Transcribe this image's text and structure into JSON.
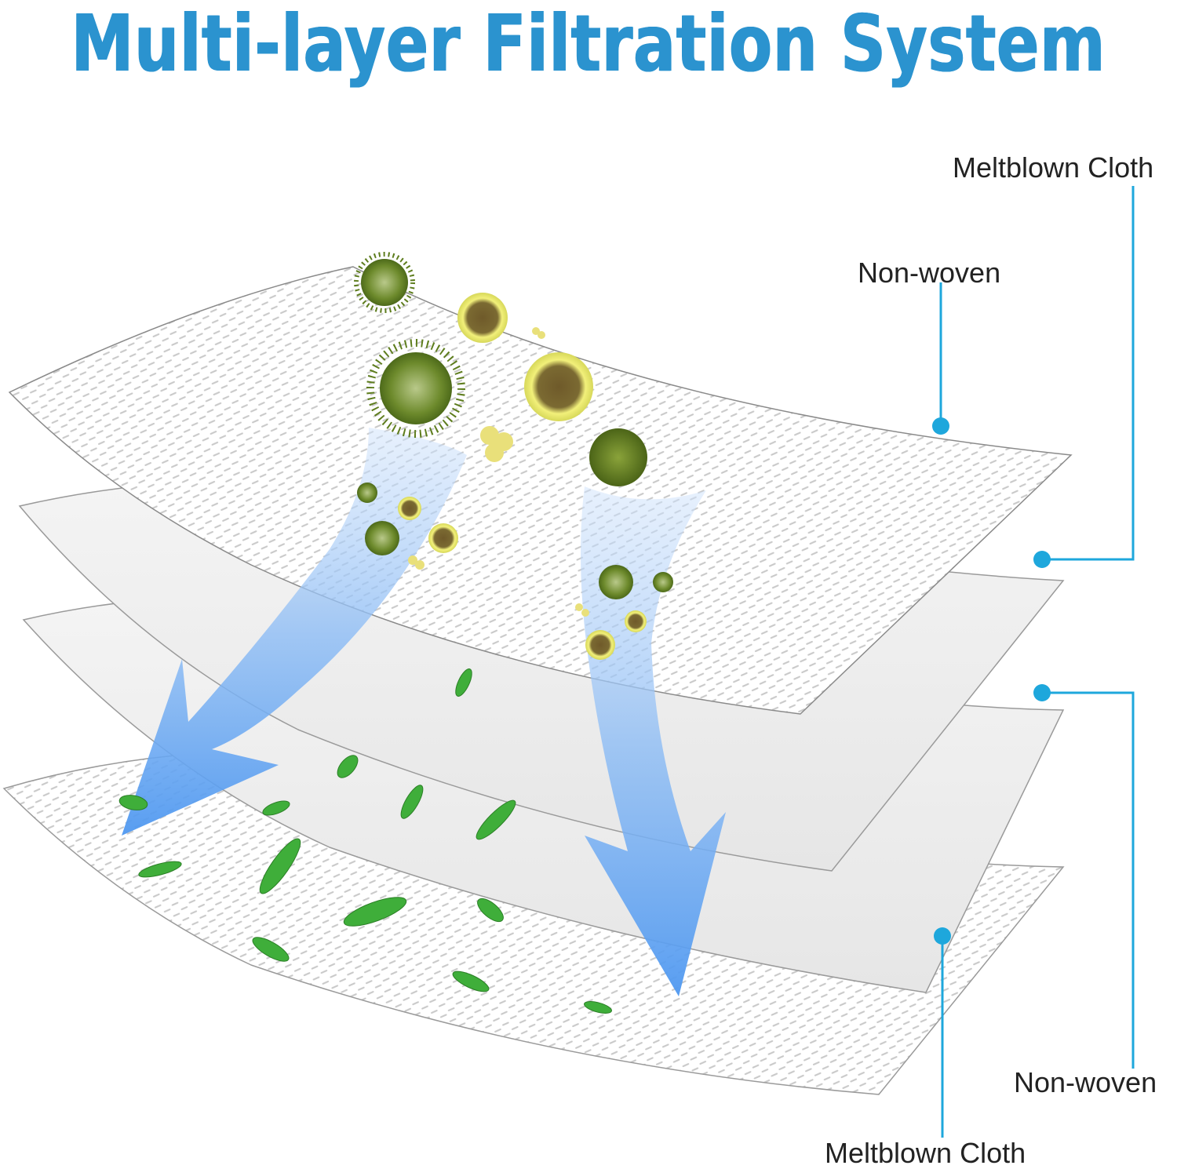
{
  "title": "Multi-layer Filtration System",
  "callouts": {
    "top_nonwoven": "Non-woven",
    "top_meltblown": "Meltblown Cloth",
    "bottom_nonwoven": "Non-woven",
    "bottom_meltblown": "Meltblown Cloth"
  },
  "colors": {
    "title": "#2b93cf",
    "callout_line": "#1ea7dc",
    "arrow": "#5ea3f2",
    "leaf": "#3fae3a",
    "particle": "#7a8a2e"
  },
  "icons": {
    "particles": "germ-icon",
    "leaves": "leaf-icon",
    "flow": "airflow-arrow-icon"
  }
}
